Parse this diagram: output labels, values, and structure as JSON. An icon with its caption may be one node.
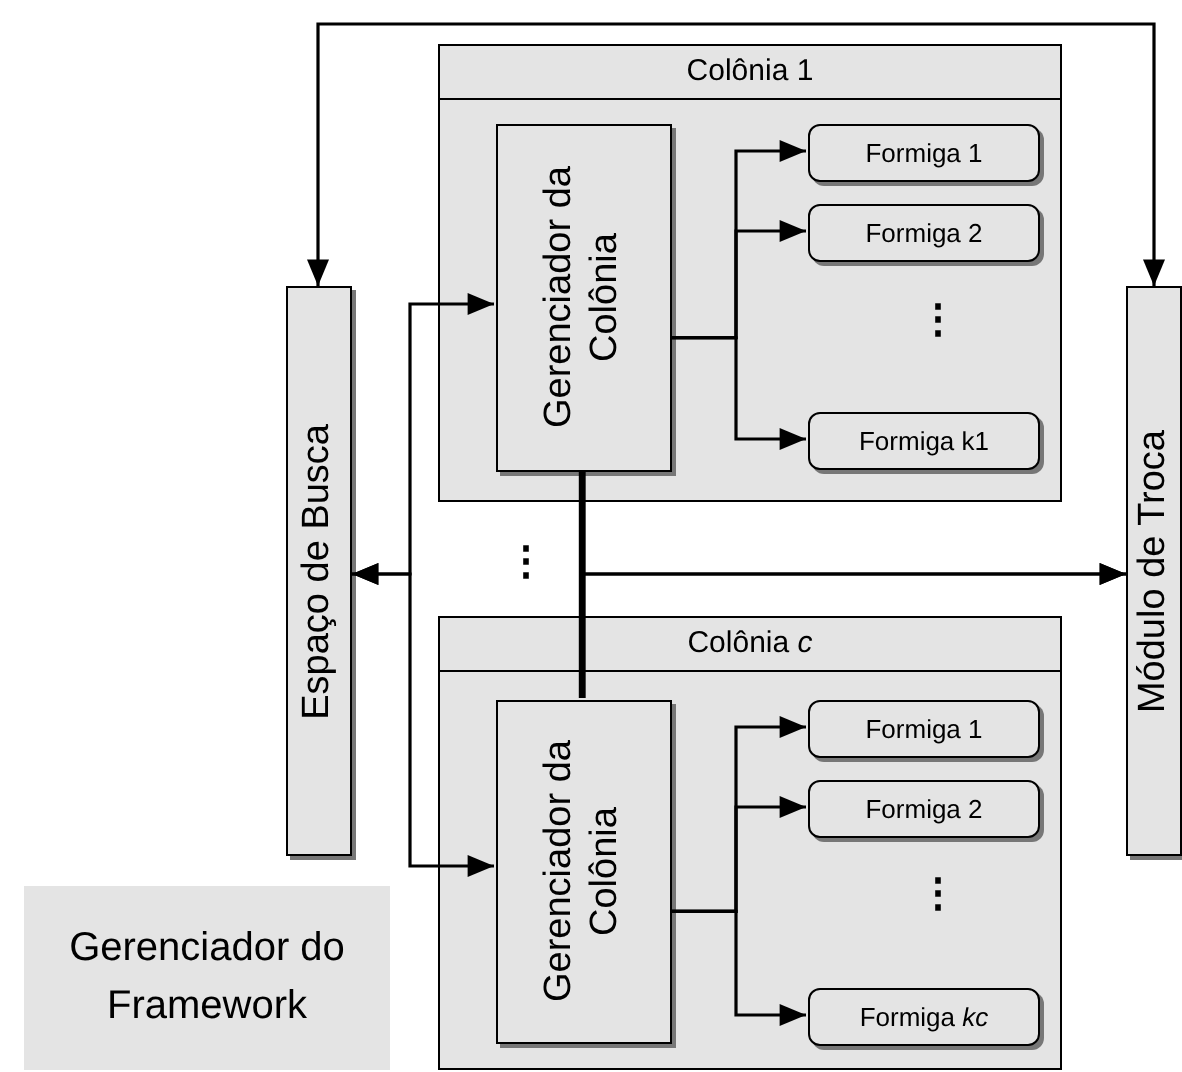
{
  "diagram": {
    "nodes": [
      {
        "text": [
          "Espaço de Busca"
        ]
      },
      {
        "text": [
          "Colônia 1"
        ]
      },
      {
        "text": [
          "Gerenciador da Colônia"
        ],
        "in": 1
      },
      {
        "text": [
          "Formiga 1"
        ],
        "in": 1
      },
      {
        "text": [
          "Formiga 2"
        ],
        "in": 1
      },
      {
        "text": [
          "Formiga k1"
        ],
        "in": 1
      },
      {
        "text": [
          "Colônia *c*"
        ]
      },
      {
        "text": [
          "Gerenciador da Colônia"
        ],
        "in": 6
      },
      {
        "text": [
          "Formiga 1"
        ],
        "in": 6
      },
      {
        "text": [
          "Formiga 2"
        ],
        "in": 6
      },
      {
        "text": [
          "Formiga *kc*"
        ],
        "in": 6
      },
      {
        "text": [
          "Módulo de Troca"
        ]
      },
      {
        "text": [
          "Gerenciador do Framework"
        ]
      }
    ],
    "edges": [
      {
        "from": 0,
        "to": 11,
        "arrow": "both"
      },
      {
        "from": 2,
        "to": 0,
        "arrow": "both"
      },
      {
        "from": 7,
        "to": 0,
        "arrow": "both"
      },
      {
        "from": 2,
        "to": 7,
        "arrow": "none",
        "style": "thick"
      },
      {
        "from": 2,
        "to": 11,
        "arrow": "to"
      },
      {
        "from": 7,
        "to": 11,
        "arrow": "to"
      },
      {
        "from": 2,
        "to": 3,
        "arrow": "to"
      },
      {
        "from": 2,
        "to": 4,
        "arrow": "to"
      },
      {
        "from": 2,
        "to": 5,
        "arrow": "to"
      },
      {
        "from": 7,
        "to": 8,
        "arrow": "to"
      },
      {
        "from": 7,
        "to": 9,
        "arrow": "to"
      },
      {
        "from": 7,
        "to": 10,
        "arrow": "to"
      }
    ],
    "labels": [
      "⋮",
      "⋮",
      "⋮"
    ]
  }
}
